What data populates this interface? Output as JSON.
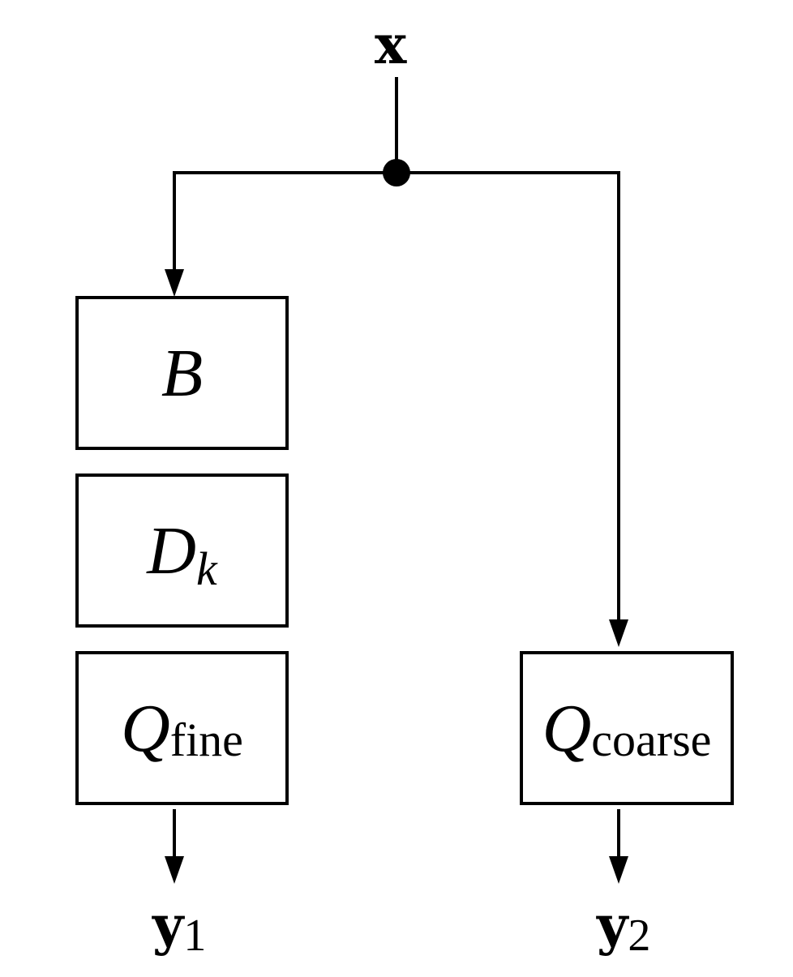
{
  "diagram": {
    "input": {
      "symbol": "x"
    },
    "blocks": [
      {
        "id": "B",
        "main": "B",
        "sub": ""
      },
      {
        "id": "D",
        "main": "D",
        "sub": "k"
      },
      {
        "id": "Qfine",
        "main": "Q",
        "sub": "fine"
      },
      {
        "id": "Qcoarse",
        "main": "Q",
        "sub": "coarse"
      }
    ],
    "outputs": [
      {
        "symbol": "y",
        "sub": "1"
      },
      {
        "symbol": "y",
        "sub": "2"
      }
    ]
  },
  "colors": {
    "stroke": "#000000",
    "background": "#ffffff"
  }
}
